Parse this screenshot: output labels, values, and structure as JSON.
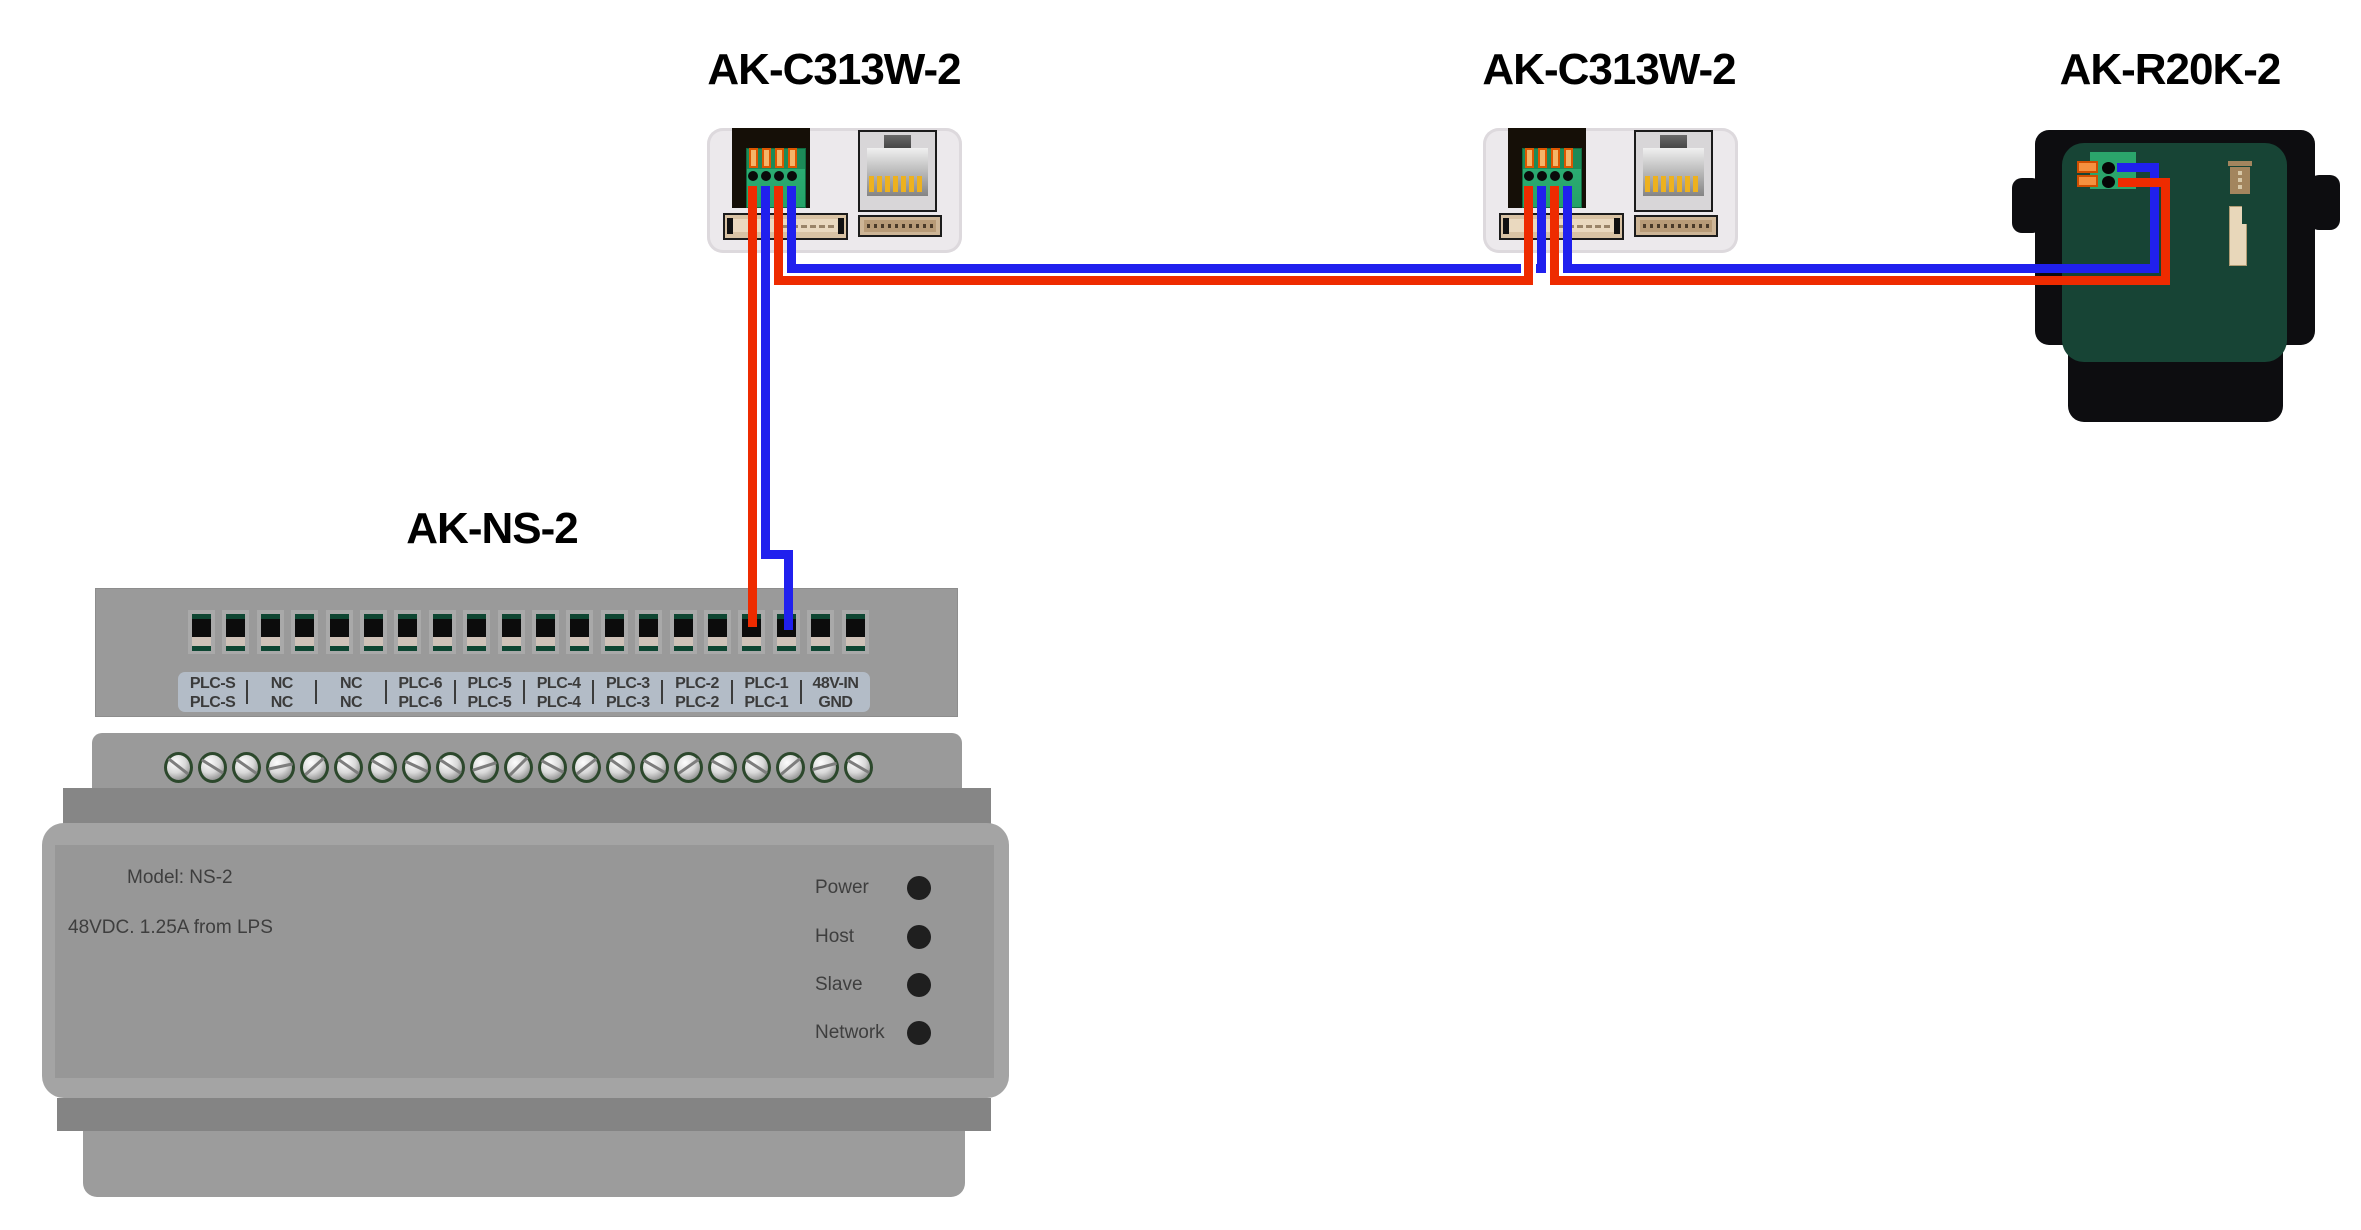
{
  "devices": {
    "c313w_1": {
      "label": "AK-C313W-2"
    },
    "c313w_2": {
      "label": "AK-C313W-2"
    },
    "r20k": {
      "label": "AK-R20K-2"
    },
    "ns2": {
      "label": "AK-NS-2"
    }
  },
  "ns2": {
    "model_text": "Model: NS-2",
    "power_text": "48VDC. 1.25A from LPS",
    "leds": [
      "Power",
      "Host",
      "Slave",
      "Network"
    ],
    "terminal_count": 20,
    "screw_count": 21,
    "terminal_groups": [
      {
        "top": "PLC-S",
        "bottom": "PLC-S"
      },
      {
        "top": "NC",
        "bottom": "NC"
      },
      {
        "top": "NC",
        "bottom": "NC"
      },
      {
        "top": "PLC-6",
        "bottom": "PLC-6"
      },
      {
        "top": "PLC-5",
        "bottom": "PLC-5"
      },
      {
        "top": "PLC-4",
        "bottom": "PLC-4"
      },
      {
        "top": "PLC-3",
        "bottom": "PLC-3"
      },
      {
        "top": "PLC-2",
        "bottom": "PLC-2"
      },
      {
        "top": "PLC-1",
        "bottom": "PLC-1"
      },
      {
        "top": "48V-IN",
        "bottom": "GND"
      }
    ]
  },
  "colors": {
    "wire_red": "#ee2b00",
    "wire_blue": "#2020ee",
    "terminal_green": "#25a268",
    "pcb_green": "#174435",
    "connector_orange": "#f5913f",
    "label_strip": "#b3bcc7",
    "device_body": "#ece9ec",
    "ns2_gray": "#9a9a9a"
  }
}
